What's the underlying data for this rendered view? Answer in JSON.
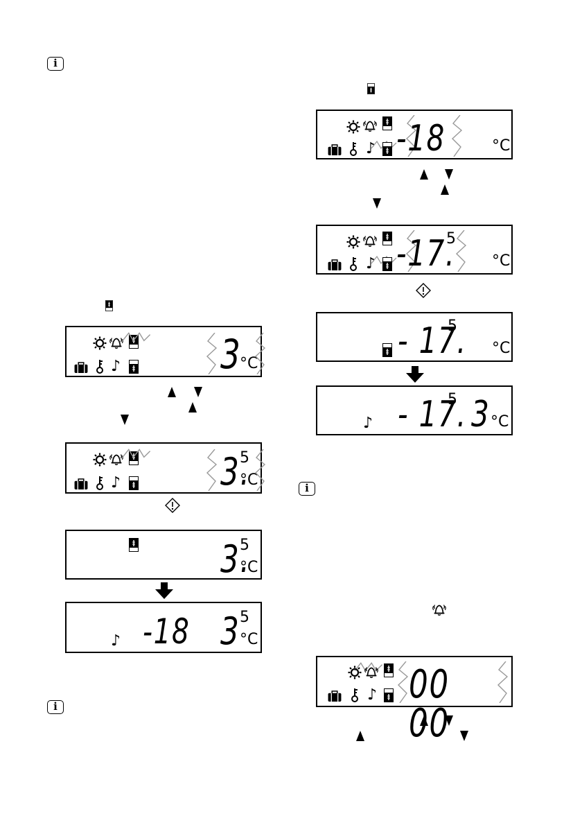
{
  "info_label": "i",
  "displays": {
    "fridge_set": {
      "temp": "3",
      "unit": "°C"
    },
    "fridge_adjust": {
      "temp": "3.",
      "sup": "5",
      "unit": "°C"
    },
    "fridge_confirm": {
      "temp": "3.",
      "sup": "5",
      "unit": "°C"
    },
    "fridge_result": {
      "freezer": "-18",
      "fridge": "3",
      "sup": "5",
      "unit": "°C",
      "note": "♪"
    },
    "freezer_set": {
      "temp": "-18",
      "unit": "°C"
    },
    "freezer_adjust": {
      "temp": "-17.",
      "sup": "5",
      "unit": "°C"
    },
    "freezer_confirm": {
      "temp": "- 17.",
      "sup": "5",
      "unit": "°C"
    },
    "freezer_result": {
      "freezer": "- 17.",
      "sup": "5",
      "fridge": "3",
      "unit": "°C",
      "note": "♪"
    },
    "timer_set": {
      "time": "00 00"
    }
  },
  "icons": {
    "note": "♪",
    "key": "key-icon",
    "suitcase": "suitcase-icon",
    "sun": "sun-icon",
    "bell": "alarm-bell-icon",
    "thermo": "thermometer-icon"
  }
}
